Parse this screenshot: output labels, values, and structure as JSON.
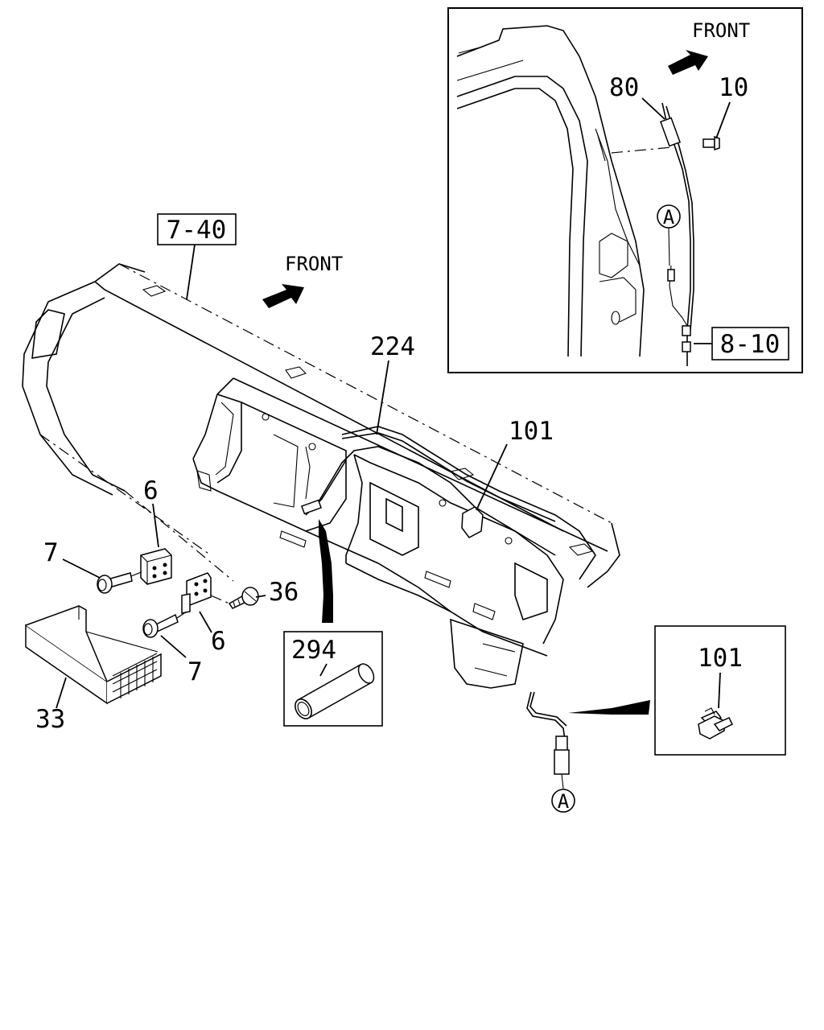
{
  "inset": {
    "front_label": "FRONT",
    "callouts": {
      "c80": "80",
      "c10": "10",
      "ref_a": "A",
      "ref_8_10": "8-10"
    }
  },
  "main": {
    "front_label": "FRONT",
    "callouts": {
      "c7_40": "7-40",
      "c224": "224",
      "c101": "101",
      "c6_upper": "6",
      "c7_upper": "7",
      "c36": "36",
      "c6_lower": "6",
      "c7_lower": "7",
      "c33": "33",
      "c294": "294",
      "c101_detail": "101",
      "ref_a": "A"
    }
  }
}
